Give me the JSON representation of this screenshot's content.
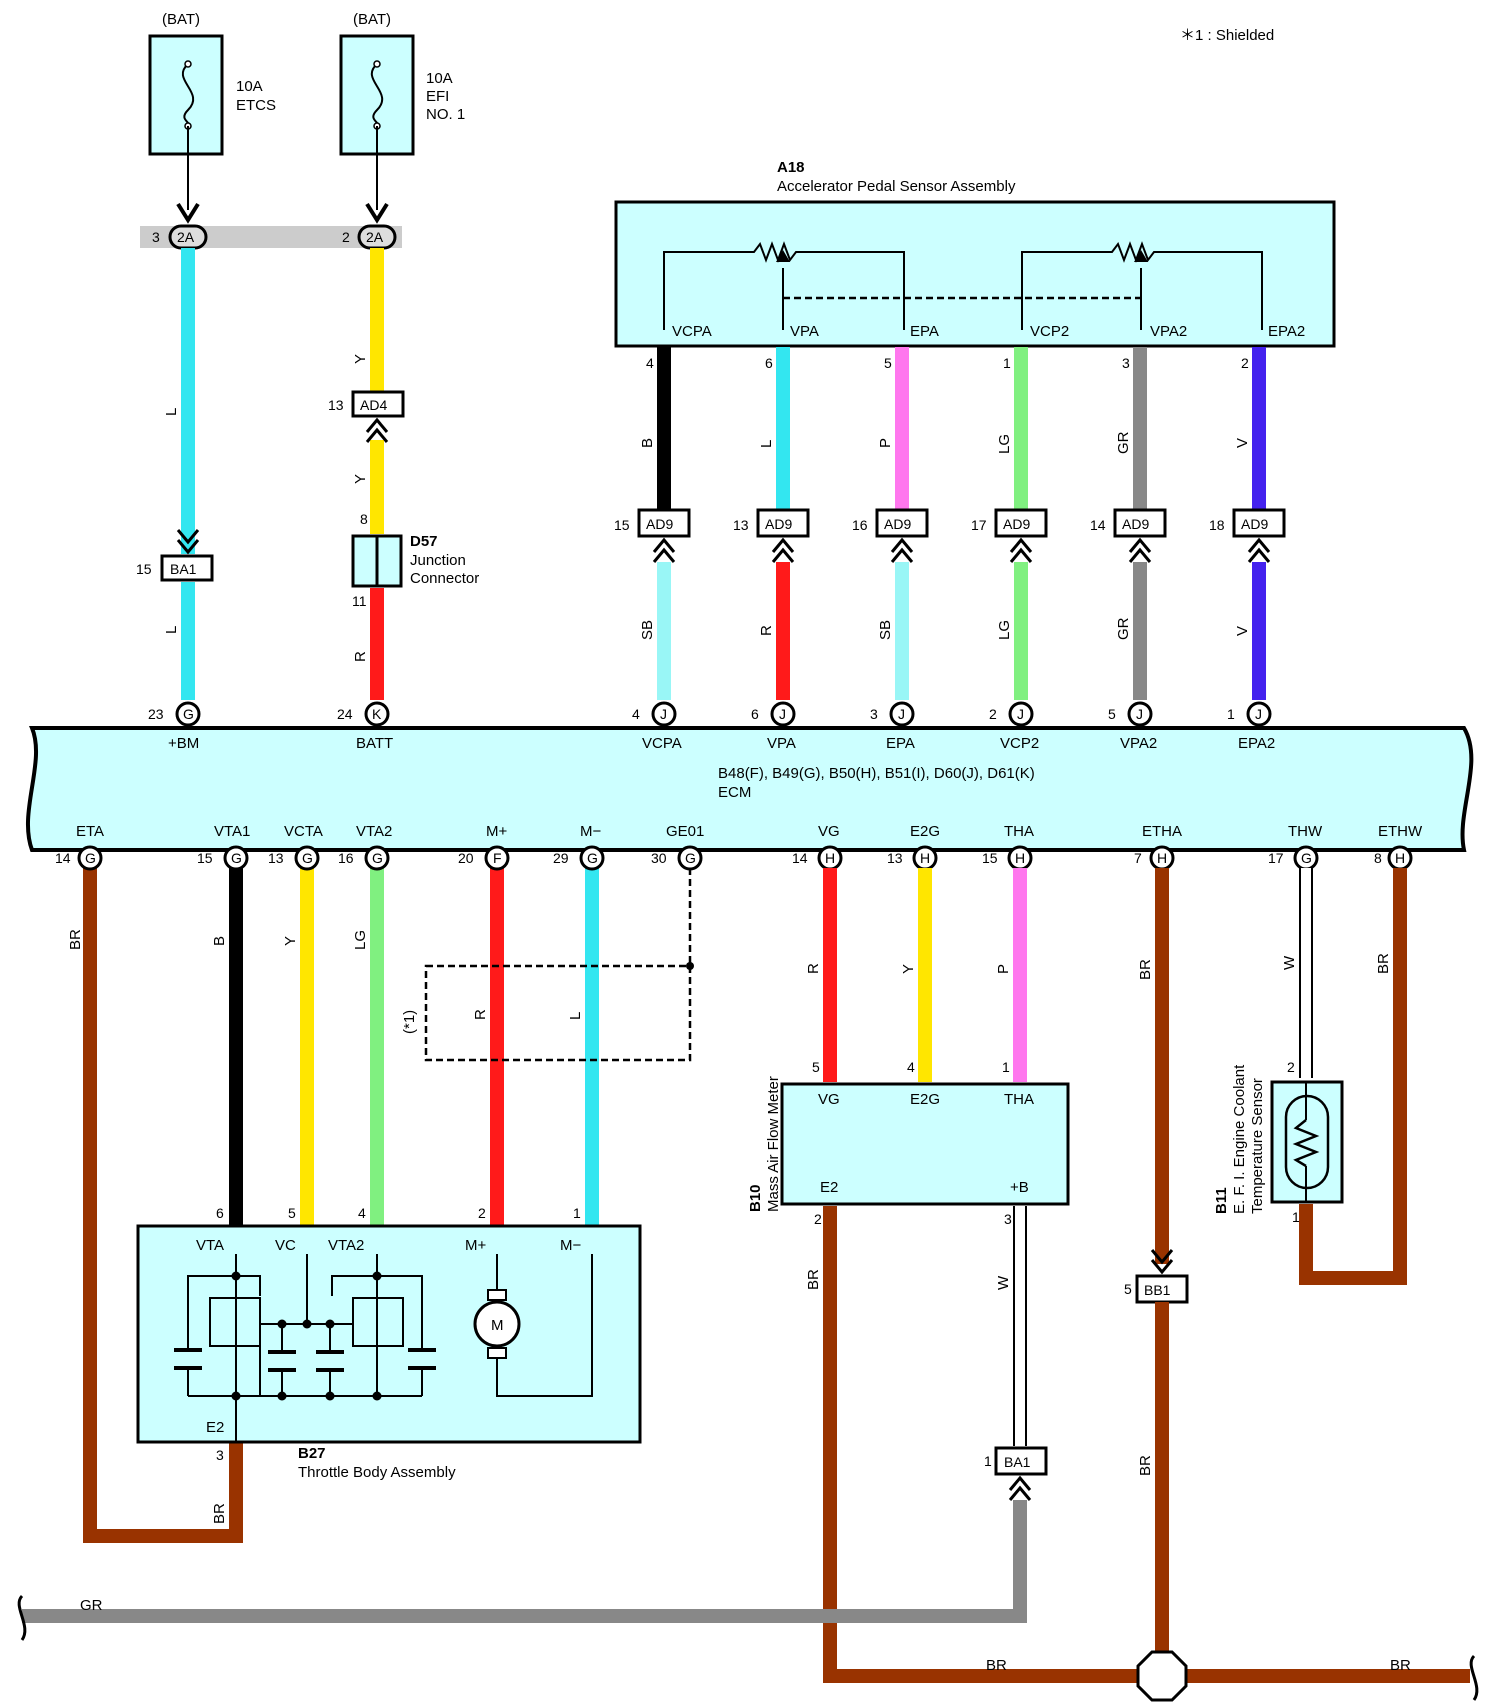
{
  "note": "＊1 : Shielded",
  "fuses": [
    {
      "source": "(BAT)",
      "rating": "10A",
      "name": "ETCS",
      "line3": ""
    },
    {
      "source": "(BAT)",
      "rating": "10A",
      "name": "EFI",
      "line3": "NO. 1"
    }
  ],
  "connectors": {
    "c2a": "2A",
    "ad4": "AD4",
    "ad9": "AD9",
    "ba1": "BA1",
    "bb1": "BB1"
  },
  "a18": {
    "id": "A18",
    "name": "Accelerator Pedal Sensor Assembly",
    "pins": [
      "VCPA",
      "VPA",
      "EPA",
      "VCP2",
      "VPA2",
      "EPA2"
    ]
  },
  "d57": {
    "id": "D57",
    "name1": "Junction",
    "name2": "Connector"
  },
  "ecm": {
    "codes": "B48(F), B49(G), B50(H), B51(I), D60(J), D61(K)",
    "name": "ECM",
    "top_pins": [
      "+BM",
      "BATT",
      "VCPA",
      "VPA",
      "EPA",
      "VCP2",
      "VPA2",
      "EPA2"
    ],
    "bottom_pins": [
      "ETA",
      "VTA1",
      "VCTA",
      "VTA2",
      "M+",
      "M−",
      "GE01",
      "VG",
      "E2G",
      "THA",
      "ETHA",
      "THW",
      "ETHW"
    ]
  },
  "b27": {
    "id": "B27",
    "name": "Throttle Body Assembly",
    "pins": [
      "VTA",
      "VC",
      "VTA2",
      "M+",
      "M−",
      "E2"
    ],
    "motor": "M"
  },
  "b10": {
    "id": "B10",
    "name": "Mass Air Flow Meter",
    "pins": [
      "VG",
      "E2G",
      "THA",
      "E2",
      "+B"
    ]
  },
  "b11": {
    "id": "B11",
    "name1": "E. F. I. Engine Coolant",
    "name2": "Temperature Sensor"
  },
  "shield_label": "(*1)",
  "wire_colors": {
    "L": "#33e6f0",
    "Y": "#ffe600",
    "B": "#000000",
    "P": "#ff77ee",
    "LG": "#80f080",
    "GR": "#888888",
    "V": "#4422ee",
    "SB": "#99f6f6",
    "R": "#ff1a1a",
    "BR": "#993300",
    "W": "#ffffff"
  },
  "labels": {
    "L": "L",
    "Y": "Y",
    "B": "B",
    "P": "P",
    "LG": "LG",
    "GR": "GR",
    "V": "V",
    "SB": "SB",
    "R": "R",
    "BR": "BR",
    "W": "W",
    "G": "G",
    "K": "K",
    "J": "J",
    "F": "F",
    "H": "H"
  },
  "pin_numbers": {
    "n1": "1",
    "n2": "2",
    "n3": "3",
    "n4": "4",
    "n5": "5",
    "n6": "6",
    "n7": "7",
    "n8": "8",
    "n11": "11",
    "n13": "13",
    "n14": "14",
    "n15": "15",
    "n16": "16",
    "n17": "17",
    "n18": "18",
    "n20": "20",
    "n23": "23",
    "n24": "24",
    "n29": "29",
    "n30": "30"
  }
}
